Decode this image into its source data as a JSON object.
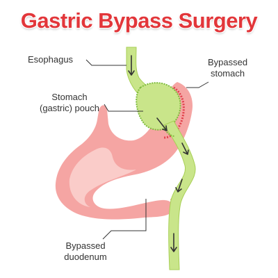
{
  "title": "Gastric Bypass Surgery",
  "labels": {
    "esophagus": "Esophagus",
    "bypassed_stomach": [
      "Bypassed",
      "stomach"
    ],
    "stomach_pouch": [
      "Stomach",
      "(gastric) pouch"
    ],
    "bypassed_duodenum": [
      "Bypassed",
      "duodenum"
    ]
  },
  "colors": {
    "title": "#e2363a",
    "title_outline": "#ffffff",
    "stomach_fill": "#f5a5a3",
    "stomach_inner": "#fbd0cd",
    "intestine_fill": "#c9e58a",
    "intestine_stroke": "#a7cf55",
    "staple_red": "#e0404a",
    "staple_green": "#7dbb3c",
    "leader_line": "#333333"
  }
}
